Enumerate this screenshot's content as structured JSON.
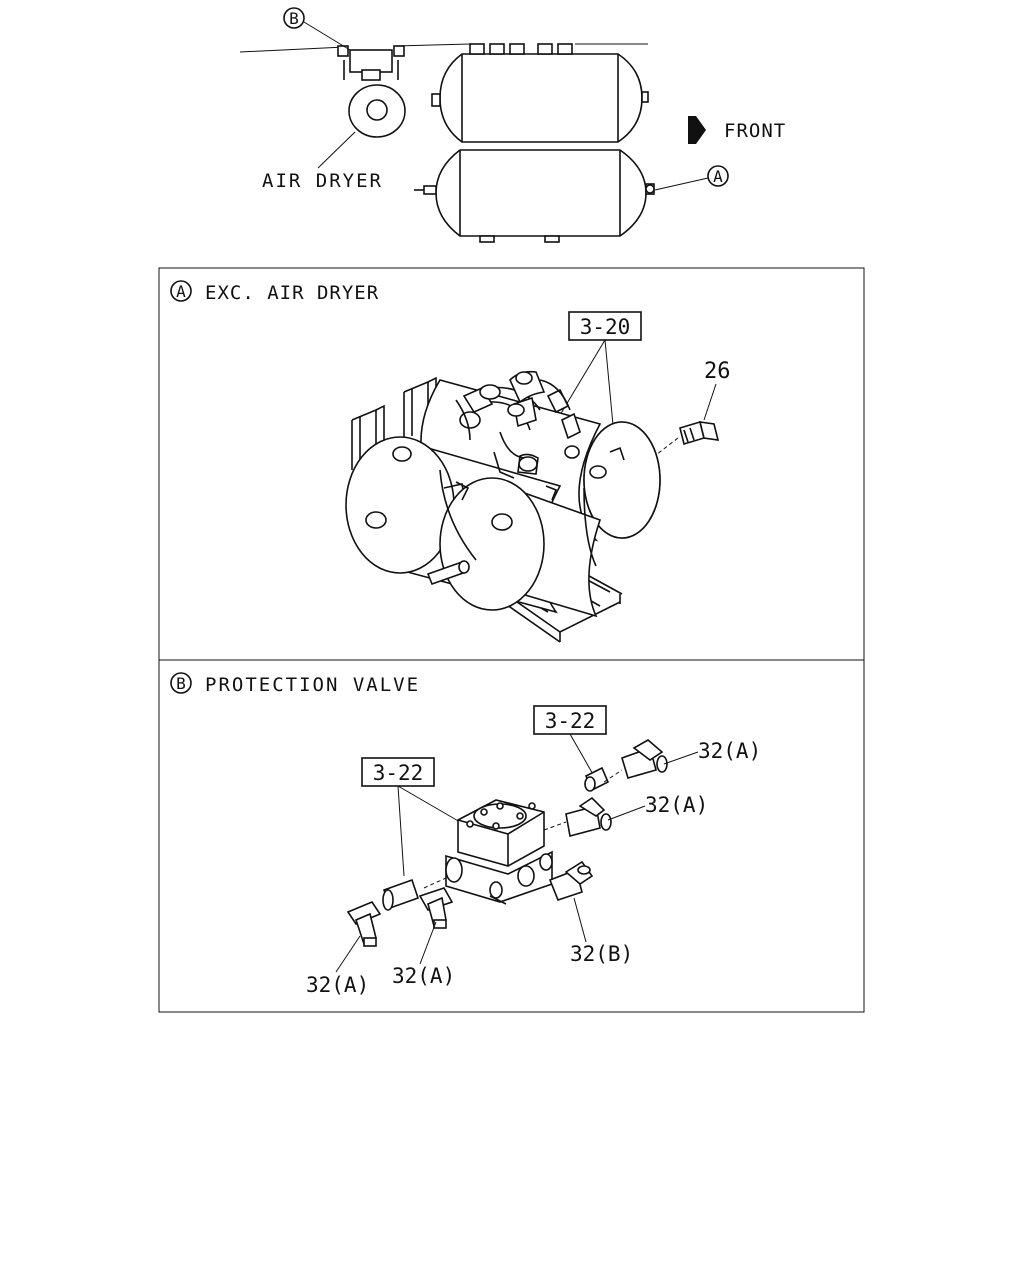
{
  "overview": {
    "callout_b": "B",
    "callout_a": "A",
    "air_dryer_label": "AIR DRYER",
    "front_label": "FRONT"
  },
  "panel_a": {
    "marker": "A",
    "title": "EXC. AIR DRYER",
    "ref_box": "3-20",
    "part_26": "26"
  },
  "panel_b": {
    "marker": "B",
    "title": "PROTECTION VALVE",
    "ref_box_1": "3-22",
    "ref_box_2": "3-22",
    "part_32a_1": "32(A)",
    "part_32a_2": "32(A)",
    "part_32a_3": "32(A)",
    "part_32a_4": "32(A)",
    "part_32b": "32(B)"
  }
}
